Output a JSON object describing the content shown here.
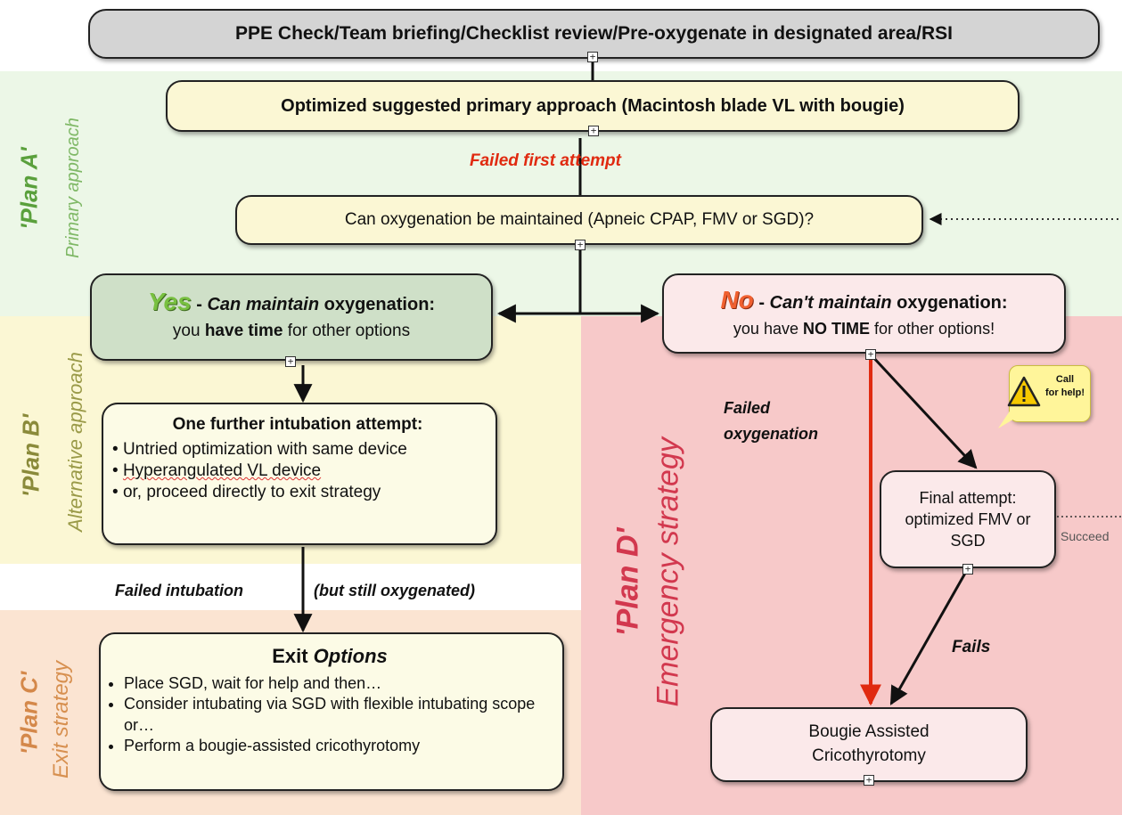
{
  "top_box": "PPE Check/Team briefing/Checklist review/Pre-oxygenate in designated area/RSI",
  "primary_box": "Optimized suggested primary approach (Macintosh blade VL with bougie)",
  "failed_first": "Failed first attempt",
  "oxygen_question": "Can oxygenation be maintained (Apneic CPAP, FMV or SGD)?",
  "yes_box": {
    "word": "Yes",
    "dash": " - ",
    "can_maintain": "Can maintain",
    "oxygenation": " oxygenation:",
    "you": "you ",
    "have_time": "have time",
    "rest": " for other options"
  },
  "no_box": {
    "word": "No",
    "dash": " - ",
    "cant_maintain": "Can't maintain",
    "oxygenation": " oxygenation:",
    "you_have": "you have ",
    "no_time": "NO TIME",
    "rest": " for other options!"
  },
  "plan_b_box": {
    "title": "One further intubation attempt:",
    "items": [
      "Untried optimization with same device",
      "Hyperangulated VL device",
      "or,  proceed directly to exit strategy"
    ]
  },
  "failed_intubation": "Failed intubation",
  "still_oxygenated": "(but still oxygenated)",
  "exit_box": {
    "title_a": "Exit ",
    "title_b": "Options",
    "items": [
      "Place SGD, wait for help and then…",
      "Consider intubating via SGD with flexible intubating scope or…",
      "Perform a bougie-assisted cricothyrotomy"
    ]
  },
  "failed_oxygenation_1": "Failed",
  "failed_oxygenation_2": "oxygenation",
  "call_help_1": "Call",
  "call_help_2": "for help!",
  "final_attempt": "Final attempt: optimized FMV or SGD",
  "succeed": "Succeed",
  "fails": "Fails",
  "crico_box": "Bougie Assisted Cricothyrotomy",
  "labels": {
    "plan_a": "'Plan A'",
    "plan_a_sub": "Primary approach",
    "plan_b": "'Plan B'",
    "plan_b_sub": "Alternative approach",
    "plan_c": "'Plan C'",
    "plan_c_sub": "Exit strategy",
    "plan_d": "'Plan D'",
    "plan_d_sub": "Emergency strategy"
  },
  "colors": {
    "plan_a_bg": "#eaf7e6",
    "plan_b_bg": "#fbf7d2",
    "plan_c_bg": "#fbe3cf",
    "plan_d_bg": "#f6c6c6",
    "green_text": "#5aa03c",
    "olive_text": "#8a8a3a",
    "orange_text": "#d4884a",
    "red_text": "#d2384e",
    "arrow_red": "#e02a10"
  }
}
